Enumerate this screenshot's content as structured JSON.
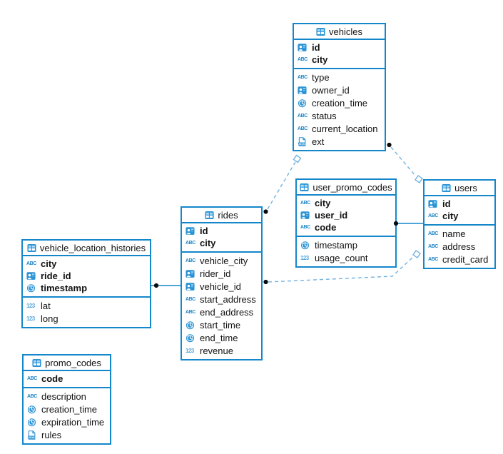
{
  "colors": {
    "table_border": "#1487cb",
    "icon_blue": "#2a93d5",
    "dashed_relation_line": "#72b3e2",
    "solid_relation_line": "#1487cb",
    "endpoint_dot": "#0b0b0b",
    "field_text": "#131313",
    "background": "#ffffff"
  },
  "tables": [
    {
      "name": "vehicles",
      "icon": "table-icon",
      "key_fields": [
        {
          "label": "id",
          "icon": "uuid-icon"
        },
        {
          "label": "city",
          "icon": "text-icon"
        }
      ],
      "fields": [
        {
          "label": "type",
          "icon": "text-icon"
        },
        {
          "label": "owner_id",
          "icon": "uuid-icon"
        },
        {
          "label": "creation_time",
          "icon": "timestamp-icon"
        },
        {
          "label": "status",
          "icon": "text-icon"
        },
        {
          "label": "current_location",
          "icon": "text-icon"
        },
        {
          "label": "ext",
          "icon": "json-icon"
        }
      ]
    },
    {
      "name": "user_promo_codes",
      "icon": "table-icon",
      "key_fields": [
        {
          "label": "city",
          "icon": "text-icon"
        },
        {
          "label": "user_id",
          "icon": "uuid-icon"
        },
        {
          "label": "code",
          "icon": "text-icon"
        }
      ],
      "fields": [
        {
          "label": "timestamp",
          "icon": "timestamp-icon"
        },
        {
          "label": "usage_count",
          "icon": "number-icon"
        }
      ]
    },
    {
      "name": "users",
      "icon": "table-icon",
      "key_fields": [
        {
          "label": "id",
          "icon": "uuid-icon"
        },
        {
          "label": "city",
          "icon": "text-icon"
        }
      ],
      "fields": [
        {
          "label": "name",
          "icon": "text-icon"
        },
        {
          "label": "address",
          "icon": "text-icon"
        },
        {
          "label": "credit_card",
          "icon": "text-icon"
        }
      ]
    },
    {
      "name": "rides",
      "icon": "table-icon",
      "key_fields": [
        {
          "label": "id",
          "icon": "uuid-icon"
        },
        {
          "label": "city",
          "icon": "text-icon"
        }
      ],
      "fields": [
        {
          "label": "vehicle_city",
          "icon": "text-icon"
        },
        {
          "label": "rider_id",
          "icon": "uuid-icon"
        },
        {
          "label": "vehicle_id",
          "icon": "uuid-icon"
        },
        {
          "label": "start_address",
          "icon": "text-icon"
        },
        {
          "label": "end_address",
          "icon": "text-icon"
        },
        {
          "label": "start_time",
          "icon": "timestamp-icon"
        },
        {
          "label": "end_time",
          "icon": "timestamp-icon"
        },
        {
          "label": "revenue",
          "icon": "number-icon"
        }
      ]
    },
    {
      "name": "vehicle_location_histories",
      "icon": "table-icon",
      "key_fields": [
        {
          "label": "city",
          "icon": "text-icon"
        },
        {
          "label": "ride_id",
          "icon": "uuid-icon"
        },
        {
          "label": "timestamp",
          "icon": "timestamp-icon"
        }
      ],
      "fields": [
        {
          "label": "lat",
          "icon": "number-icon"
        },
        {
          "label": "long",
          "icon": "number-icon"
        }
      ]
    },
    {
      "name": "promo_codes",
      "icon": "table-icon",
      "key_fields": [
        {
          "label": "code",
          "icon": "text-icon"
        }
      ],
      "fields": [
        {
          "label": "description",
          "icon": "text-icon"
        },
        {
          "label": "creation_time",
          "icon": "timestamp-icon"
        },
        {
          "label": "expiration_time",
          "icon": "timestamp-icon"
        },
        {
          "label": "rules",
          "icon": "json-icon"
        }
      ]
    }
  ],
  "relations": [
    {
      "from": "vehicles",
      "from_marker": "dot",
      "to": "users",
      "to_marker": "diamond",
      "line": "dashed"
    },
    {
      "from": "rides",
      "from_marker": "dot",
      "to": "vehicles",
      "to_marker": "diamond",
      "line": "dashed"
    },
    {
      "from": "user_promo_codes",
      "from_marker": "dot",
      "to": "users",
      "to_marker": "none",
      "line": "solid"
    },
    {
      "from": "rides",
      "from_marker": "dot",
      "to": "users",
      "to_marker": "diamond",
      "line": "dashed"
    },
    {
      "from": "vehicle_location_histories",
      "from_marker": "dot",
      "to": "rides",
      "to_marker": "none",
      "line": "solid"
    }
  ]
}
